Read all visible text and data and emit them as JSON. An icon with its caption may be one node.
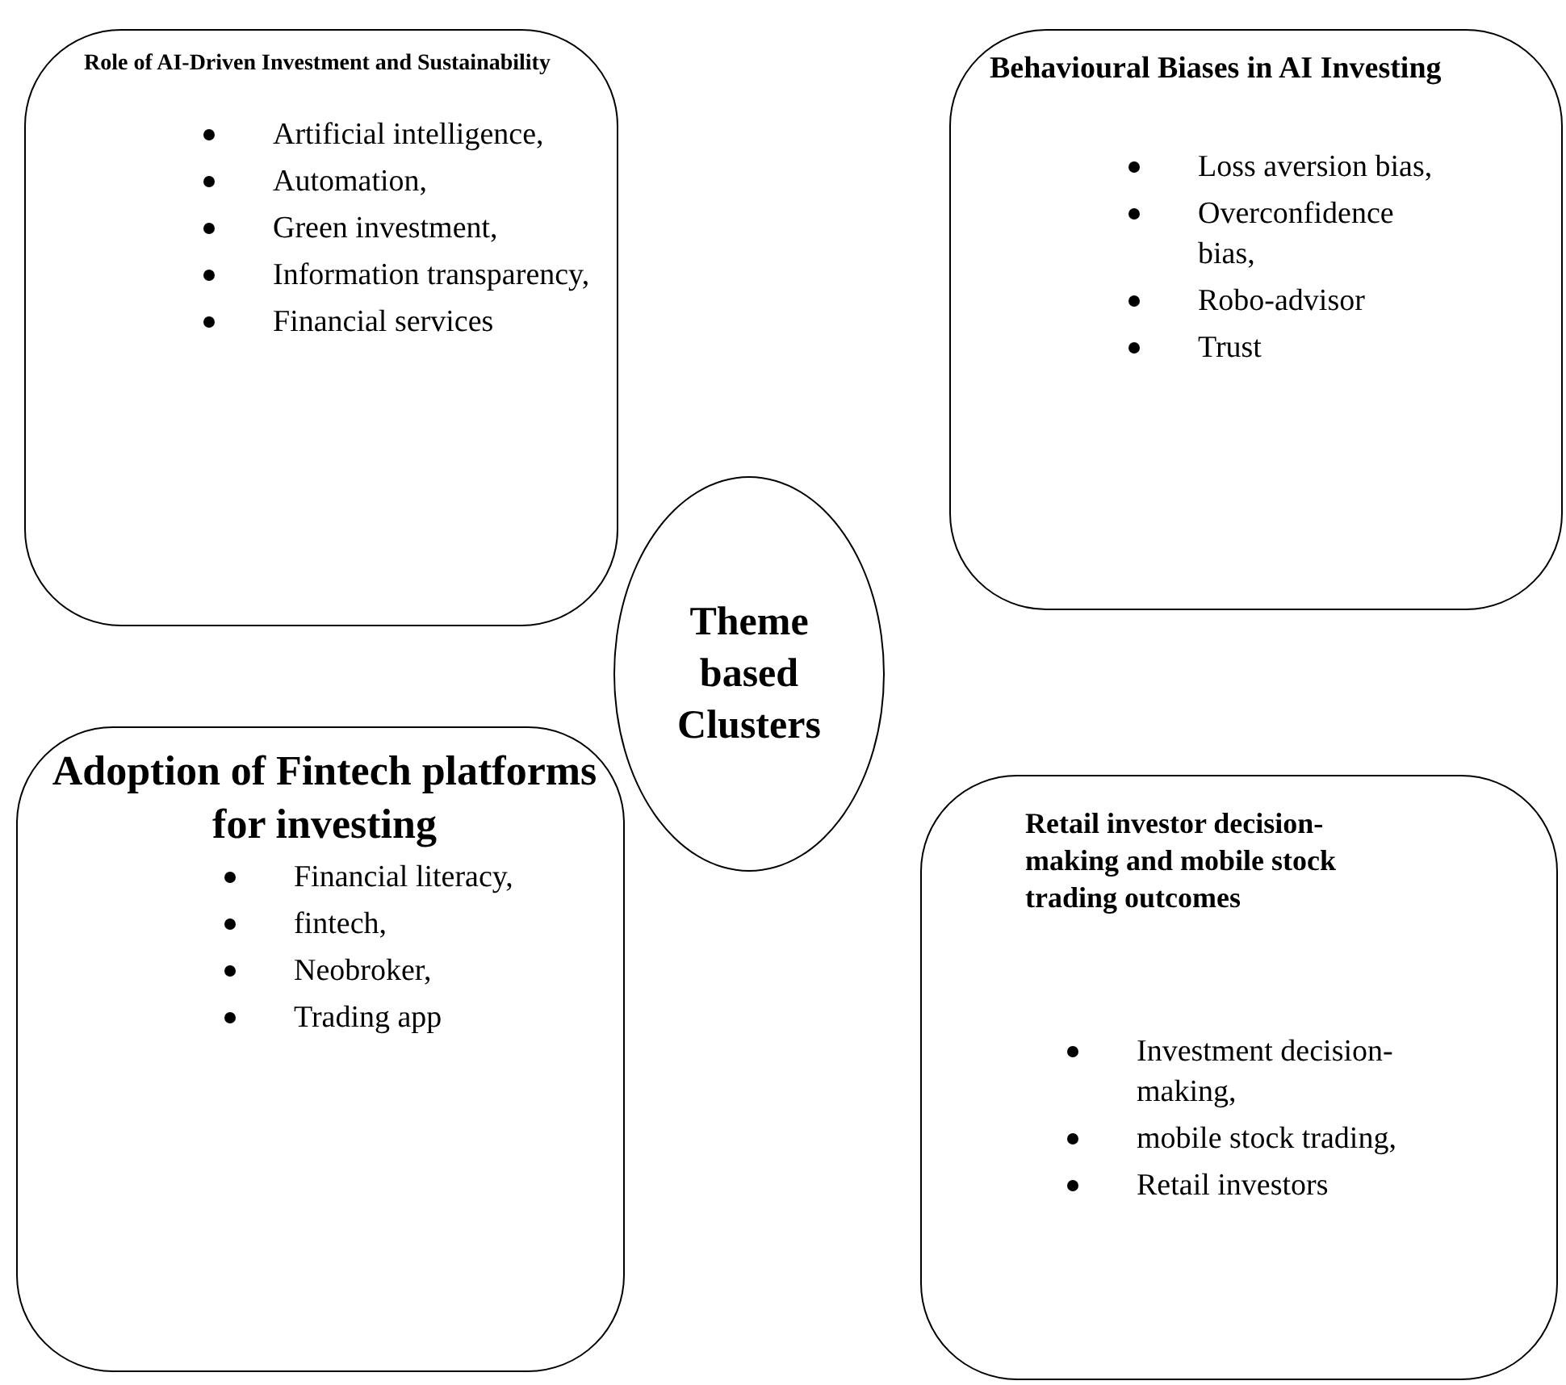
{
  "diagram": {
    "nodes": [
      {
        "text": [
          "Role of AI-Driven Investment and Sustainability",
          "Artificial intelligence,",
          "Automation,",
          "Green investment,",
          "Information transparency,",
          "Financial services"
        ]
      },
      {
        "text": [
          "Behavioural Biases in AI Investing",
          "Loss aversion bias,",
          "Overconfidence bias,",
          "Robo-advisor",
          "Trust"
        ]
      },
      {
        "text": [
          "Theme based Clusters"
        ]
      },
      {
        "text": [
          "Adoption of Fintech platforms for investing",
          "Financial literacy,",
          "fintech,",
          "Neobroker,",
          "Trading app"
        ]
      },
      {
        "text": [
          "Retail investor decision-making and mobile stock trading outcomes",
          "Investment decision-making,",
          "mobile stock trading,",
          "Retail investors"
        ]
      }
    ],
    "edges": []
  }
}
